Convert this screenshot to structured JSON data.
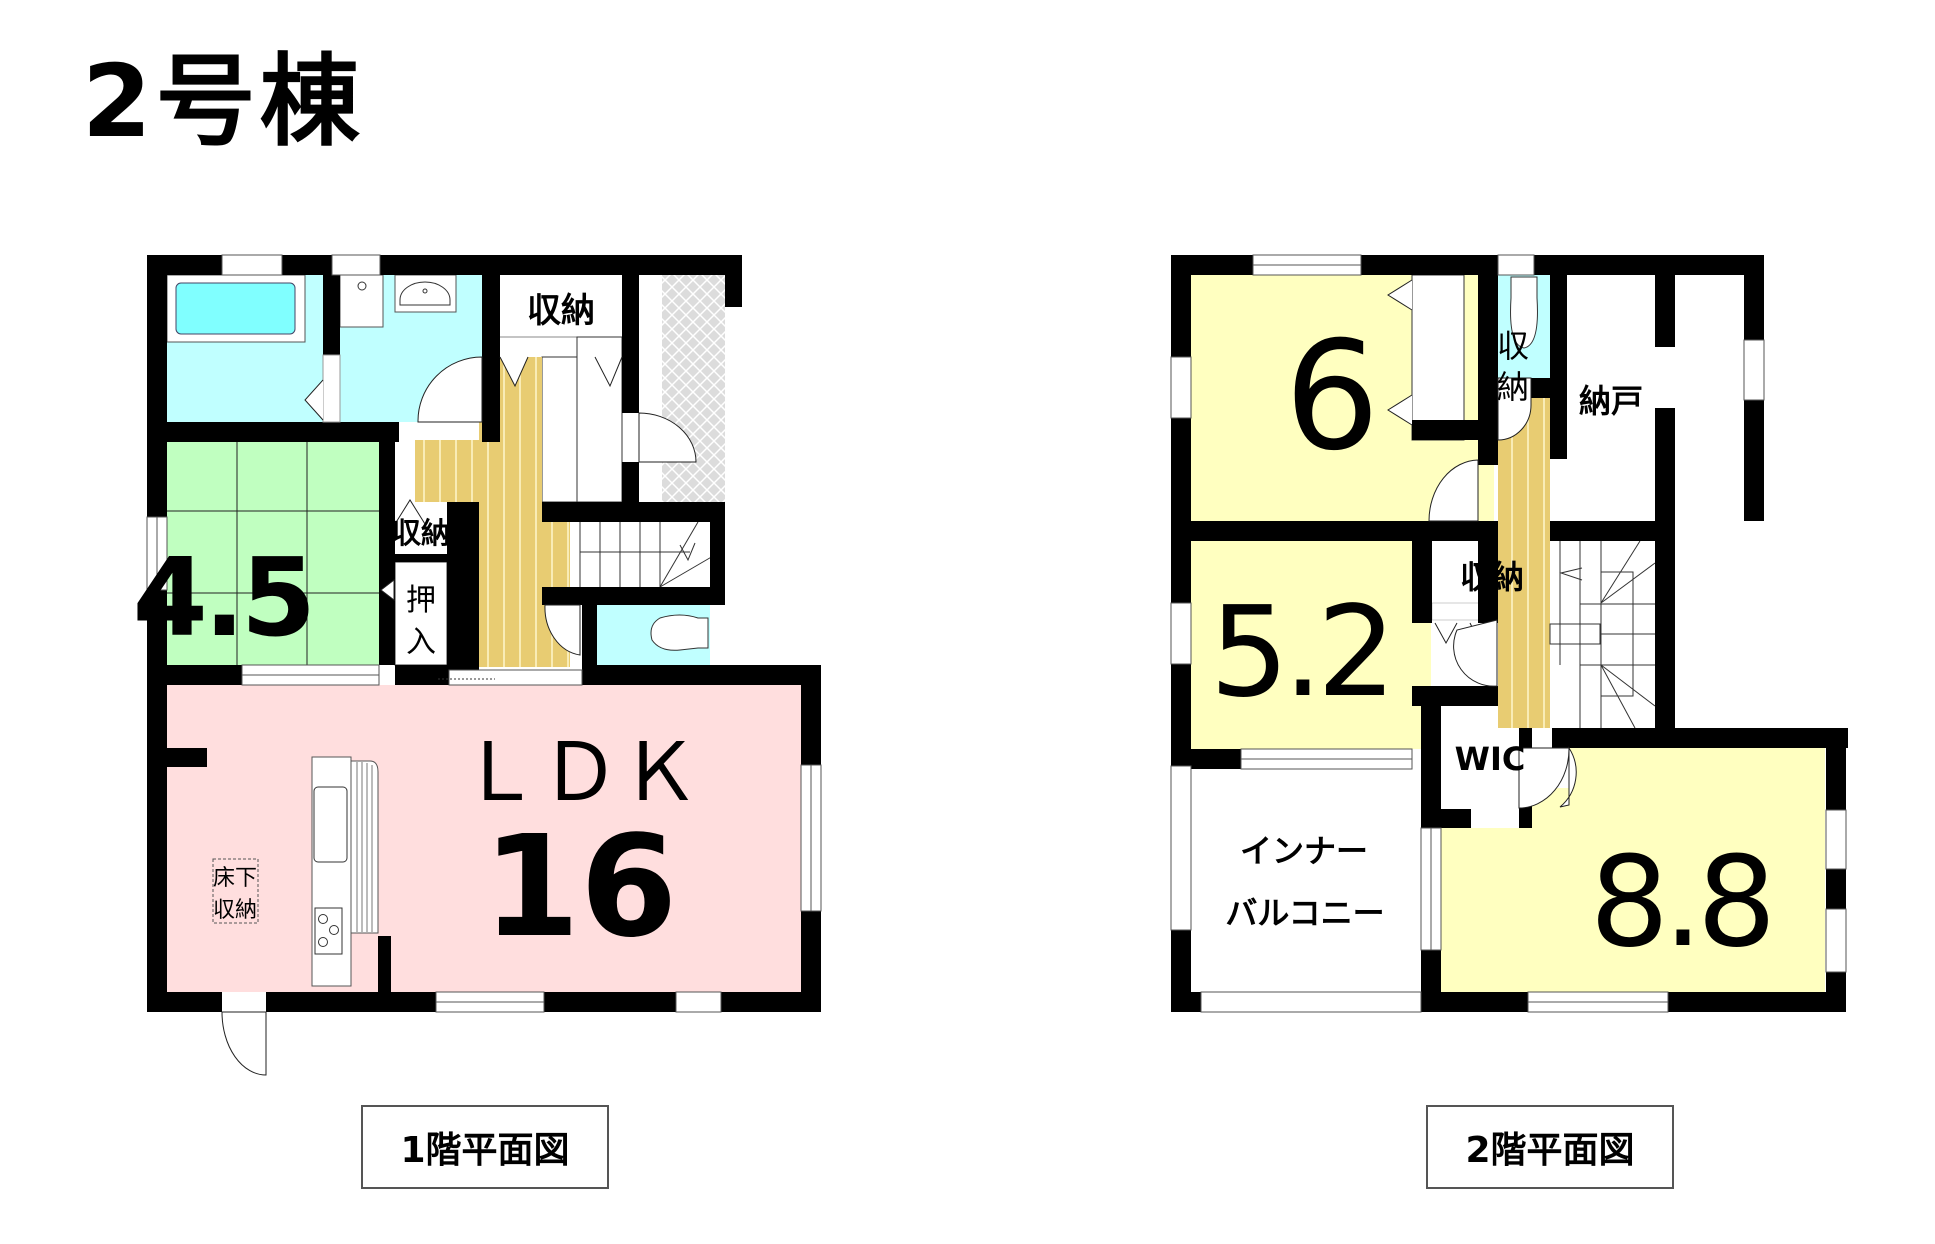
{
  "title": "2号棟",
  "colors": {
    "wall": "#000000",
    "bath": "#c0ffff",
    "tub": "#80ffff",
    "tatami": "#c0ffc0",
    "ldk": "#ffdede",
    "hall": "#e8cc72",
    "bedroom": "#ffffc0",
    "entrance": "#dcdcdc",
    "white": "#ffffff"
  },
  "floor1": {
    "label": "1階平面図",
    "rooms": {
      "washitsu": "4.5",
      "ldk_name": "ＬＤＫ",
      "ldk_size": "16",
      "storage_top": "収納",
      "storage_mid": "収納",
      "oshiire_1": "押",
      "oshiire_2": "入",
      "underfloor_1": "床下",
      "underfloor_2": "収納"
    }
  },
  "floor2": {
    "label": "2階平面図",
    "rooms": {
      "bed6": "6",
      "bed52": "5.2",
      "bed88": "8.8",
      "closet6_1": "収",
      "closet6_2": "納",
      "closet52": "収納",
      "nando": "納戸",
      "wic": "WIC",
      "balcony_1": "インナー",
      "balcony_2": "バルコニー"
    }
  }
}
